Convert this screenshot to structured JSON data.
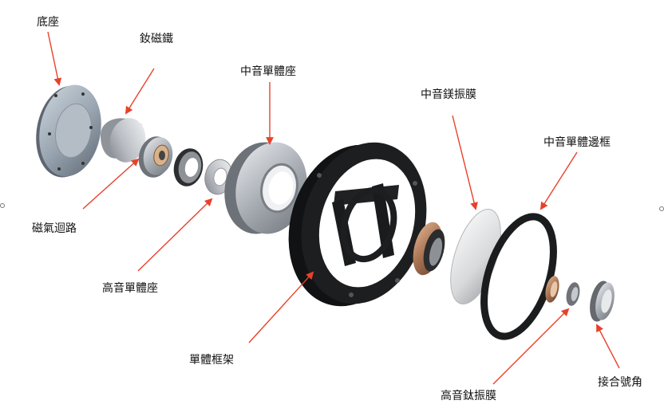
{
  "colors": {
    "arrow": "#e8412a",
    "background": "#ffffff",
    "frame": "#1a1a1a",
    "metal": "#b8bcc2",
    "copper": "#b07a55"
  },
  "labels": {
    "base": "底座",
    "neodymium_magnet": "釹磁鐵",
    "midrange_unit_seat": "中音單體座",
    "midrange_magnesium_diaphragm": "中音鎂振膜",
    "midrange_unit_surround": "中音單體邊框",
    "magnetic_circuit": "磁氣迴路",
    "tweeter_unit_seat": "高音單體座",
    "unit_frame": "單體框架",
    "tweeter_titanium_diaphragm": "高音鈦振膜",
    "connecting_horn": "接合號角"
  }
}
